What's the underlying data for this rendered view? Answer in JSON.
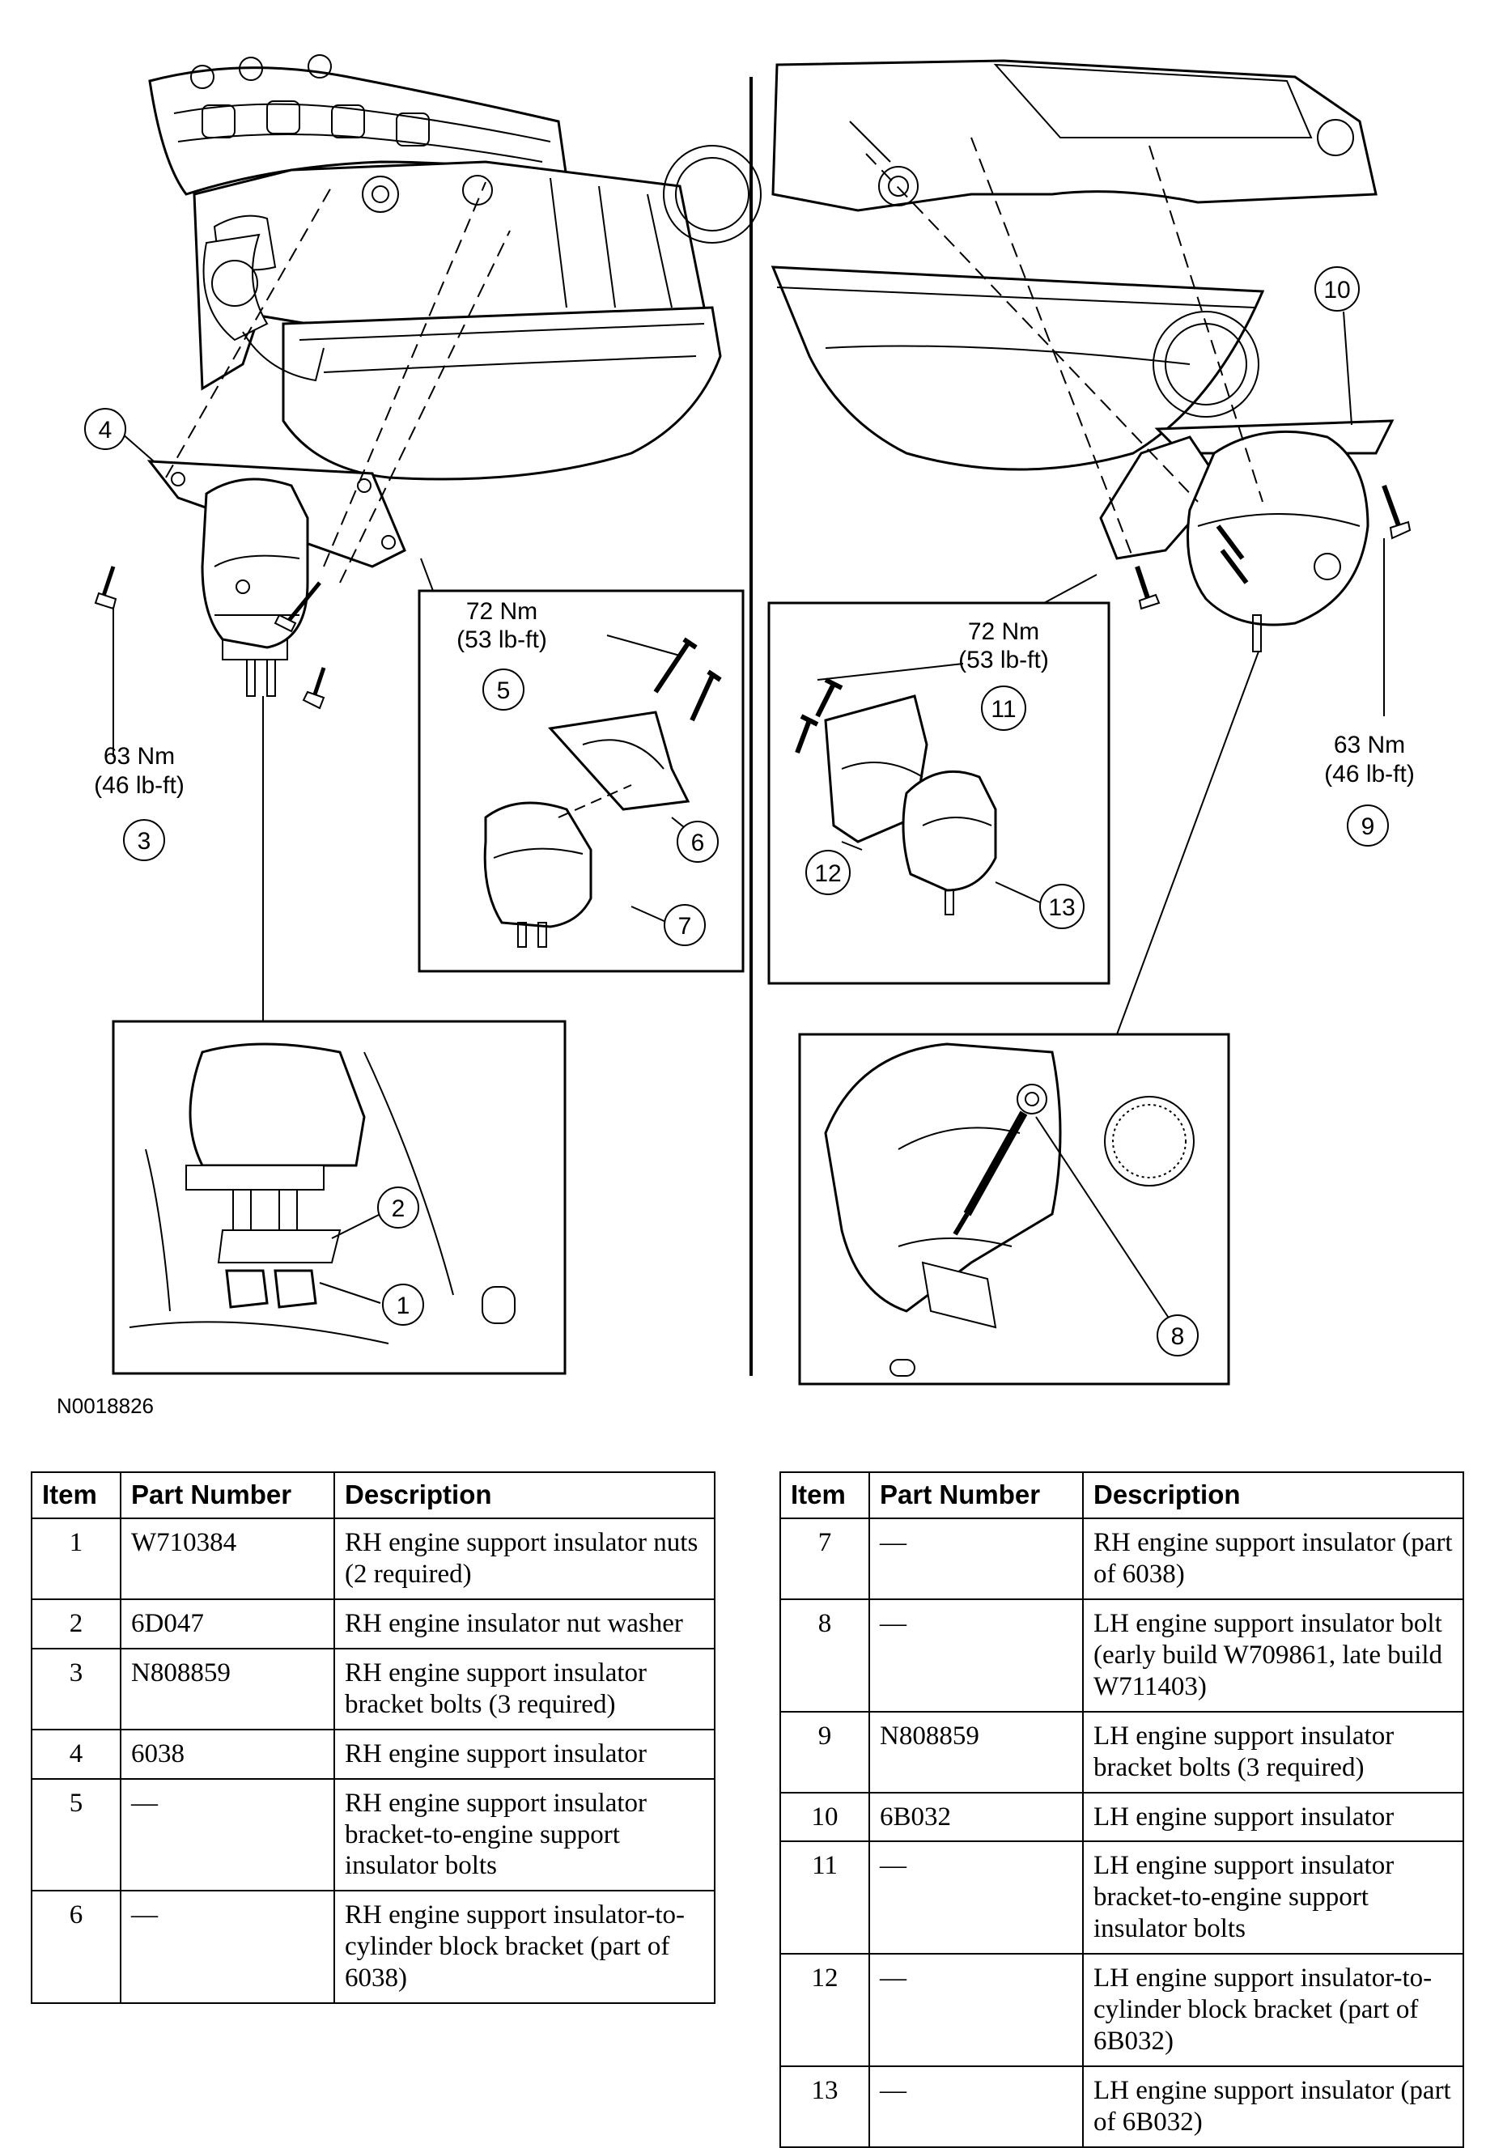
{
  "figure": {
    "id": "N0018826",
    "callouts": {
      "c1": "1",
      "c2": "2",
      "c3": "3",
      "c4": "4",
      "c5": "5",
      "c6": "6",
      "c7": "7",
      "c8": "8",
      "c9": "9",
      "c10": "10",
      "c11": "11",
      "c12": "12",
      "c13": "13"
    },
    "torques": {
      "left_small_nm": "63 Nm",
      "left_small_lbft": "(46 lb-ft)",
      "left_box_nm": "72 Nm",
      "left_box_lbft": "(53 lb-ft)",
      "right_box_nm": "72 Nm",
      "right_box_lbft": "(53 lb-ft)",
      "right_small_nm": "63 Nm",
      "right_small_lbft": "(46 lb-ft)"
    }
  },
  "table_headers": {
    "item": "Item",
    "part_number": "Part Number",
    "description": "Description"
  },
  "parts_left": [
    {
      "item": "1",
      "part": "W710384",
      "desc": "RH engine support insulator nuts (2 required)"
    },
    {
      "item": "2",
      "part": "6D047",
      "desc": "RH engine insulator nut washer"
    },
    {
      "item": "3",
      "part": "N808859",
      "desc": "RH engine support insulator bracket bolts (3 required)"
    },
    {
      "item": "4",
      "part": "6038",
      "desc": "RH engine support insulator"
    },
    {
      "item": "5",
      "part": "—",
      "desc": "RH engine support insulator bracket-to-engine support insulator bolts"
    },
    {
      "item": "6",
      "part": "—",
      "desc": "RH engine support insulator-to-cylinder block bracket (part of 6038)"
    }
  ],
  "parts_right": [
    {
      "item": "7",
      "part": "—",
      "desc": "RH engine support insulator (part of 6038)"
    },
    {
      "item": "8",
      "part": "—",
      "desc": "LH engine support insulator bolt (early build W709861, late build W711403)"
    },
    {
      "item": "9",
      "part": "N808859",
      "desc": "LH engine support insulator bracket bolts (3 required)"
    },
    {
      "item": "10",
      "part": "6B032",
      "desc": "LH engine support insulator"
    },
    {
      "item": "11",
      "part": "—",
      "desc": "LH engine support insulator bracket-to-engine support insulator bolts"
    },
    {
      "item": "12",
      "part": "—",
      "desc": "LH engine support insulator-to-cylinder block bracket (part of 6B032)"
    },
    {
      "item": "13",
      "part": "—",
      "desc": "LH engine support insulator (part of 6B032)"
    }
  ]
}
